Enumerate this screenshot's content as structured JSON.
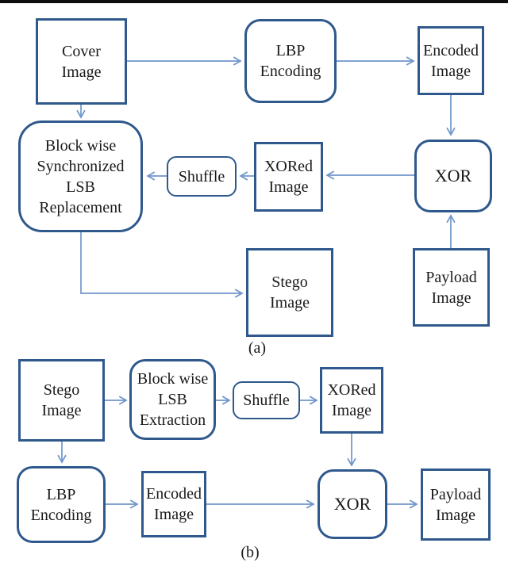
{
  "figure": {
    "panel_a_label": "(a)",
    "panel_b_label": "(b)"
  },
  "colors": {
    "box_border": "#2f598c",
    "arrow": "#7096cb",
    "text": "#1a1a1a",
    "background": "#ffffff",
    "top_bar": "#0e0e0e"
  },
  "diagram_a": {
    "nodes": {
      "cover_image": {
        "label": "Cover\nImage"
      },
      "lbp_encoding": {
        "label": "LBP\nEncoding"
      },
      "encoded_image": {
        "label": "Encoded\nImage"
      },
      "xor": {
        "label": "XOR"
      },
      "xored_image": {
        "label": "XORed\nImage"
      },
      "shuffle": {
        "label": "Shuffle"
      },
      "blockwise_lsb_replacement": {
        "label": "Block wise\nSynchronized\nLSB\nReplacement"
      },
      "stego_image": {
        "label": "Stego\nImage"
      },
      "payload_image": {
        "label": "Payload\nImage"
      }
    },
    "edges": [
      {
        "from": "cover_image",
        "to": "lbp_encoding"
      },
      {
        "from": "lbp_encoding",
        "to": "encoded_image"
      },
      {
        "from": "encoded_image",
        "to": "xor"
      },
      {
        "from": "payload_image",
        "to": "xor"
      },
      {
        "from": "xor",
        "to": "xored_image"
      },
      {
        "from": "xored_image",
        "to": "shuffle"
      },
      {
        "from": "shuffle",
        "to": "blockwise_lsb_replacement"
      },
      {
        "from": "cover_image",
        "to": "blockwise_lsb_replacement"
      },
      {
        "from": "blockwise_lsb_replacement",
        "to": "stego_image"
      }
    ]
  },
  "diagram_b": {
    "nodes": {
      "stego_image": {
        "label": "Stego\nImage"
      },
      "blockwise_lsb_extraction": {
        "label": "Block wise\nLSB\nExtraction"
      },
      "shuffle": {
        "label": "Shuffle"
      },
      "xored_image": {
        "label": "XORed\nImage"
      },
      "lbp_encoding": {
        "label": "LBP\nEncoding"
      },
      "encoded_image": {
        "label": "Encoded\nImage"
      },
      "xor": {
        "label": "XOR"
      },
      "payload_image": {
        "label": "Payload\nImage"
      }
    },
    "edges": [
      {
        "from": "stego_image",
        "to": "blockwise_lsb_extraction"
      },
      {
        "from": "blockwise_lsb_extraction",
        "to": "shuffle"
      },
      {
        "from": "shuffle",
        "to": "xored_image"
      },
      {
        "from": "xored_image",
        "to": "xor"
      },
      {
        "from": "stego_image",
        "to": "lbp_encoding"
      },
      {
        "from": "lbp_encoding",
        "to": "encoded_image"
      },
      {
        "from": "encoded_image",
        "to": "xor"
      },
      {
        "from": "xor",
        "to": "payload_image"
      }
    ]
  }
}
